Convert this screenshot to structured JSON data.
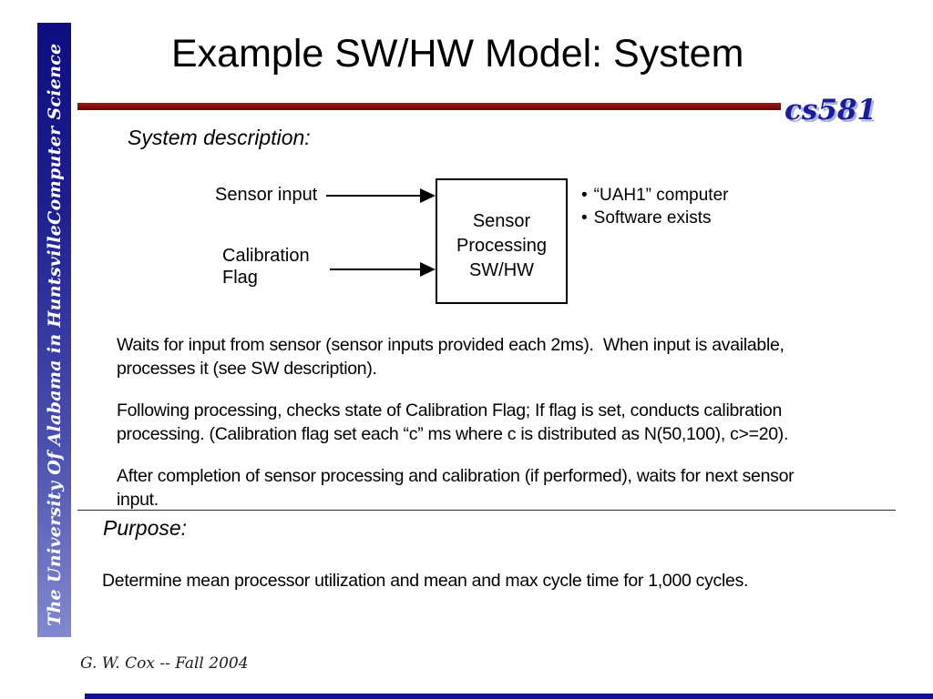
{
  "sidebar": {
    "university_text": "The University Of Alabama in Huntsville",
    "department_text": "Computer Science"
  },
  "header": {
    "title": "Example SW/HW Model: System",
    "course_code": "cs581"
  },
  "system_description": {
    "label": "System description:",
    "diagram": {
      "sensor_input_label": "Sensor input",
      "calibration_flag_label": [
        "Calibration",
        "Flag"
      ],
      "box_label": [
        "Sensor",
        "Processing",
        "SW/HW"
      ],
      "bullet_char": "•",
      "bullets": [
        "“UAH1” computer",
        "Software exists"
      ]
    },
    "paragraphs": [
      [
        "Waits for input from sensor (sensor inputs provided each 2ms).  When input is available,",
        "processes it (see SW description)."
      ],
      [
        "Following processing, checks state of Calibration Flag; If flag is set, conducts calibration",
        "processing. (Calibration flag set each “c” ms where c is distributed as N(50,100), c>=20)."
      ],
      [
        "After completion of sensor processing and calibration (if performed), waits for next sensor",
        "input."
      ]
    ]
  },
  "purpose": {
    "label": "Purpose:",
    "text": "Determine mean processor utilization and mean and max cycle time for 1,000 cycles."
  },
  "footer": {
    "credit": "G. W. Cox -- Fall 2004"
  },
  "colors": {
    "accent_maroon": "#7c0f0f",
    "course_code_blue": "#1b1b9e",
    "sidebar_gradient_top": "#0d0d80",
    "sidebar_gradient_bottom": "#8289cf",
    "bottom_bar_navy": "#13138a"
  }
}
